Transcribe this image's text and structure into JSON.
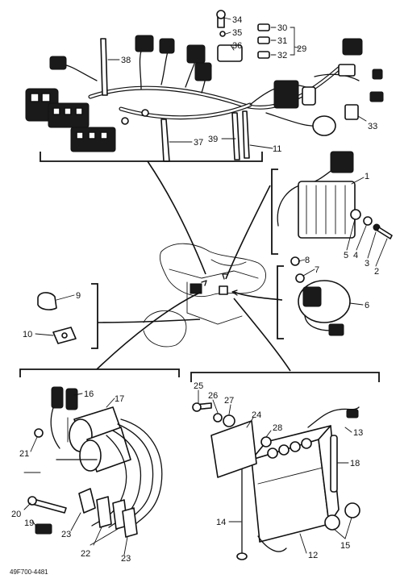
{
  "diagram": {
    "reference_code": "49F700-4481",
    "callouts": [
      {
        "id": "c1",
        "text": "1"
      },
      {
        "id": "c2",
        "text": "2"
      },
      {
        "id": "c3",
        "text": "3"
      },
      {
        "id": "c4",
        "text": "4"
      },
      {
        "id": "c5",
        "text": "5"
      },
      {
        "id": "c6",
        "text": "6"
      },
      {
        "id": "c7",
        "text": "7"
      },
      {
        "id": "c8",
        "text": "8"
      },
      {
        "id": "c9",
        "text": "9"
      },
      {
        "id": "c10",
        "text": "10"
      },
      {
        "id": "c11",
        "text": "11"
      },
      {
        "id": "c12",
        "text": "12"
      },
      {
        "id": "c13",
        "text": "13"
      },
      {
        "id": "c14",
        "text": "14"
      },
      {
        "id": "c15",
        "text": "15"
      },
      {
        "id": "c16",
        "text": "16"
      },
      {
        "id": "c17",
        "text": "17"
      },
      {
        "id": "c18",
        "text": "18"
      },
      {
        "id": "c18b",
        "text": "18"
      },
      {
        "id": "c19",
        "text": "19"
      },
      {
        "id": "c20",
        "text": "20"
      },
      {
        "id": "c21",
        "text": "21"
      },
      {
        "id": "c22",
        "text": "22"
      },
      {
        "id": "c23a",
        "text": "23"
      },
      {
        "id": "c23b",
        "text": "23"
      },
      {
        "id": "c24",
        "text": "24"
      },
      {
        "id": "c25",
        "text": "25"
      },
      {
        "id": "c26",
        "text": "26"
      },
      {
        "id": "c27",
        "text": "27"
      },
      {
        "id": "c28",
        "text": "28"
      },
      {
        "id": "c29",
        "text": "29"
      },
      {
        "id": "c30",
        "text": "30"
      },
      {
        "id": "c31",
        "text": "31"
      },
      {
        "id": "c32",
        "text": "32"
      },
      {
        "id": "c33",
        "text": "33"
      },
      {
        "id": "c34",
        "text": "34"
      },
      {
        "id": "c35",
        "text": "35"
      },
      {
        "id": "c36",
        "text": "36"
      },
      {
        "id": "c37",
        "text": "37"
      },
      {
        "id": "c38",
        "text": "38"
      },
      {
        "id": "c39",
        "text": "39"
      }
    ]
  }
}
